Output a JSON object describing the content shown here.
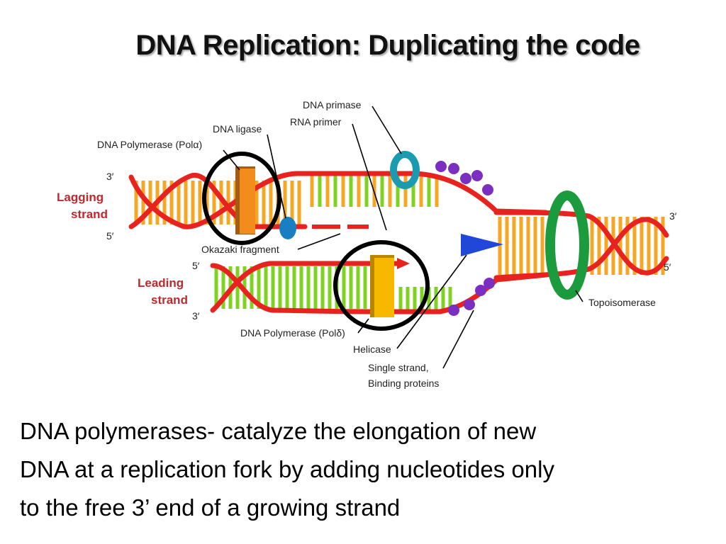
{
  "slide": {
    "title": "DNA Replication:  Duplicating the code",
    "body_lines": [
      "DNA polymerases- catalyze the elongation of new",
      "DNA at a replication fork by adding nucleotides only",
      "to the free 3’ end of a growing strand"
    ]
  },
  "diagram": {
    "labels": {
      "dna_primase": "DNA primase",
      "rna_primer": "RNA primer",
      "dna_ligase": "DNA ligase",
      "pol_alpha": "DNA Polymerase (Polα)",
      "okazaki": "Okazaki fragment",
      "pol_delta": "DNA Polymerase (Polδ)",
      "helicase": "Helicase",
      "ssb_line1": "Single strand,",
      "ssb_line2": "Binding proteins",
      "topoisomerase": "Topoisomerase",
      "lagging_line1": "Lagging",
      "lagging_line2": "strand",
      "leading_line1": "Leading",
      "leading_line2": "strand"
    },
    "ends": {
      "lag_top": "3′",
      "lag_bottom": "5′",
      "lead_top": "5′",
      "lead_bottom": "3′",
      "right_top": "3′",
      "right_bottom": "5′"
    },
    "colors": {
      "backbone": "#e8231f",
      "base_green": "#7ed321",
      "base_orange": "#f5a623",
      "polymerase_alpha": "#f28c1c",
      "polymerase_delta": "#f9b800",
      "primase": "#1a9bb0",
      "ligase": "#1a7fc0",
      "helicase": "#2047d8",
      "topoisomerase": "#1c9a3e",
      "ssb": "#7a2fc0",
      "highlight_ring": "#000000"
    }
  }
}
